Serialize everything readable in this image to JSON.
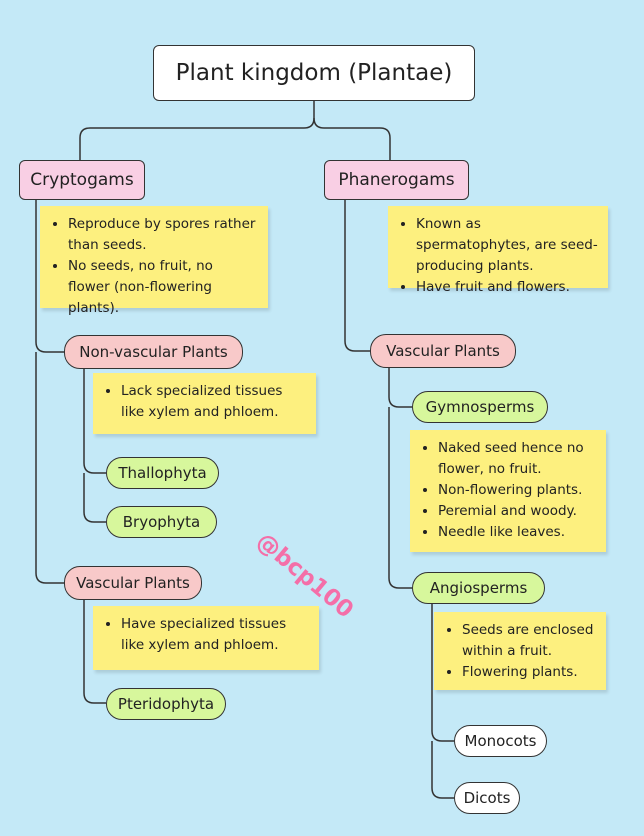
{
  "root": "Plant kingdom (Plantae)",
  "cryptogams": {
    "label": "Cryptogams",
    "notes": [
      "Reproduce by spores rather than seeds.",
      "No seeds, no fruit, no flower (non-flowering plants)."
    ],
    "non_vascular": {
      "label": "Non-vascular Plants",
      "notes": [
        "Lack specialized tissues like xylem and phloem."
      ],
      "children": [
        "Thallophyta",
        "Bryophyta"
      ]
    },
    "vascular": {
      "label": "Vascular Plants",
      "notes": [
        "Have specialized tissues like xylem and phloem."
      ],
      "children": [
        "Pteridophyta"
      ]
    }
  },
  "phanerogams": {
    "label": "Phanerogams",
    "notes": [
      "Known as spermatophytes, are seed-producing plants.",
      "Have fruit and flowers."
    ],
    "vascular": {
      "label": "Vascular Plants",
      "gymnosperms": {
        "label": "Gymnosperms",
        "notes": [
          "Naked seed hence no flower, no fruit.",
          "Non-flowering plants.",
          "Peremial and woody.",
          "Needle like leaves."
        ]
      },
      "angiosperms": {
        "label": "Angiosperms",
        "notes": [
          "Seeds are enclosed within a fruit.",
          "Flowering plants."
        ],
        "children": [
          "Monocots",
          "Dicots"
        ]
      }
    }
  },
  "watermark": "@bcp100",
  "colors": {
    "background": "#c4e9f7",
    "top_category": "#f9cfe4",
    "subcategory": "#f8c9c9",
    "group": "#d7f79c",
    "note": "#fdf07f",
    "watermark": "#f46fa8"
  }
}
